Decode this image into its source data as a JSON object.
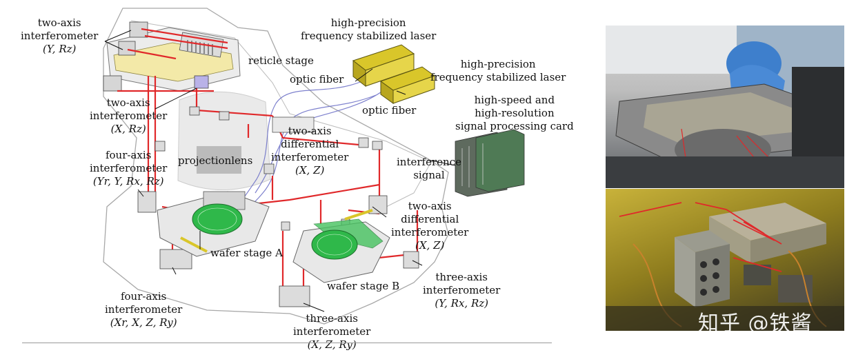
{
  "labels": {
    "interf_yrz": {
      "line1": "two-axis",
      "line2": "interferometer",
      "line3": "(Y, Rz)"
    },
    "reticle_stage": "reticle stage",
    "laser1": {
      "line1": "high-precision",
      "line2": "frequency stabilized laser"
    },
    "laser2": {
      "line1": "high-precision",
      "line2": "frequency stabilized laser"
    },
    "optic_fiber1": "optic fiber",
    "optic_fiber2": "optic fiber",
    "interf_xrz": {
      "line1": "two-axis",
      "line2": "interferometer",
      "line3": "(X, Rz)"
    },
    "signal_card": {
      "line1": "high-speed and",
      "line2": "high-resolution",
      "line3": "signal processing card"
    },
    "interf_four_top": {
      "line1": "four-axis",
      "line2": "interferometer",
      "line3": "(Yr, Y, Rx, Rz)"
    },
    "projection_lens": "projectionlens",
    "diff_top": {
      "line1": "two-axis",
      "line2": "differential",
      "line3": "interferometer",
      "line4": "(X, Z)"
    },
    "interference_signal": {
      "line1": "interference",
      "line2": "signal"
    },
    "diff_right": {
      "line1": "two-axis",
      "line2": "differential",
      "line3": "interferometer",
      "line4": "(X, Z)"
    },
    "wafer_a": "wafer stage A",
    "wafer_b": "wafer stage B",
    "three_right": {
      "line1": "three-axis",
      "line2": "interferometer",
      "line3": "(Y, Rx, Rz)"
    },
    "four_bottom": {
      "line1": "four-axis",
      "line2": "interferometer",
      "line3": "(Xr, X, Z, Ry)"
    },
    "three_bottom": {
      "line1": "three-axis",
      "line2": "interferometer",
      "line3": "(X, Z, Ry)"
    }
  },
  "watermark": "知乎 @铁酱",
  "colors": {
    "laser_beam": "#e0282a",
    "fiber": "#6f73c8",
    "wafer_chuck": "#2fb84a",
    "laser_body": "#d9c62a",
    "frame": "#9a9a9a",
    "photo_top": "#bdbdbd",
    "photo_bottom": "#a08d2a"
  }
}
